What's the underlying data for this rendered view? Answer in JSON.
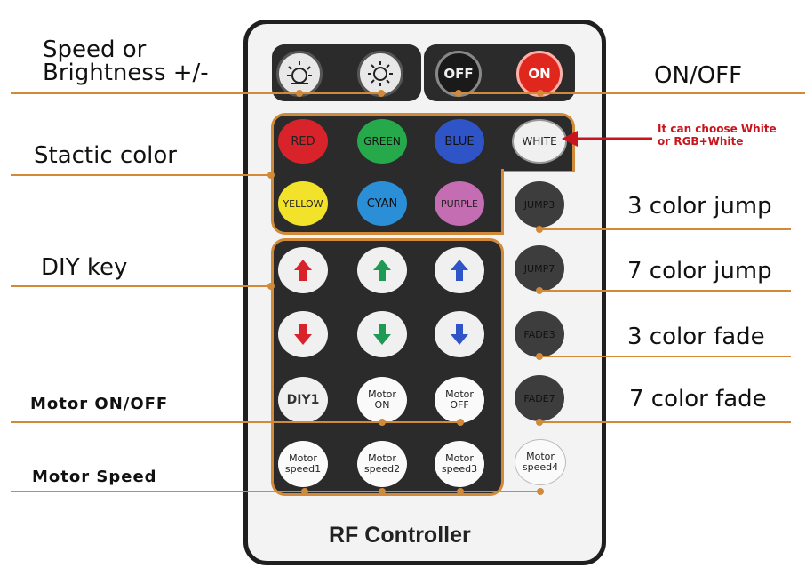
{
  "labels": {
    "speed_line1": "Speed  or",
    "speed_line2": "Brightness +/-",
    "on_off": "ON/OFF",
    "static_color": "Stactic color",
    "diy_key": "DIY key",
    "motor_on_off": "Motor  ON/OFF",
    "motor_speed": "Motor  Speed",
    "jump3": "3 color jump",
    "jump7": "7 color jump",
    "fade3": "3 color fade",
    "fade7": "7 color fade",
    "white_note_line1": "It can choose White",
    "white_note_line2": "or RGB+White"
  },
  "remote": {
    "title": "RF Controller",
    "buttons": {
      "off": "OFF",
      "on": "ON",
      "red": "RED",
      "green": "GREEN",
      "blue": "BLUE",
      "white": "WHITE",
      "yellow": "YELLOW",
      "cyan": "CYAN",
      "purple": "PURPLE",
      "jump3": "JUMP3",
      "jump7": "JUMP7",
      "fade3": "FADE3",
      "fade7": "FADE7",
      "diy1": "DIY1",
      "motor_on_1": "Motor",
      "motor_on_2": "ON",
      "motor_off_1": "Motor",
      "motor_off_2": "OFF",
      "ms1_1": "Motor",
      "ms1_2": "speed1",
      "ms2_1": "Motor",
      "ms2_2": "speed2",
      "ms3_1": "Motor",
      "ms3_2": "speed3",
      "ms4_1": "Motor",
      "ms4_2": "speed4"
    }
  },
  "colors": {
    "accent_line": "#d08a3a",
    "note_red": "#c8141c"
  },
  "icons": [
    "brightness-up-icon",
    "brightness-down-icon",
    "arrow-up-icon",
    "arrow-down-icon"
  ]
}
